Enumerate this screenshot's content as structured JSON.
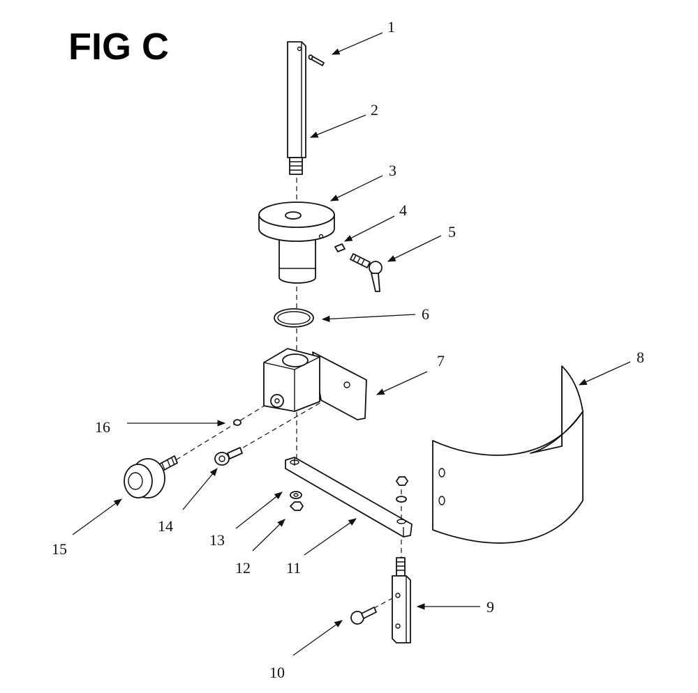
{
  "figure": {
    "title": "FIG C"
  },
  "callouts": [
    "1",
    "2",
    "3",
    "4",
    "5",
    "6",
    "7",
    "8",
    "9",
    "10",
    "11",
    "12",
    "13",
    "14",
    "15",
    "16"
  ],
  "colors": {
    "line": "#111111",
    "background": "#ffffff"
  }
}
